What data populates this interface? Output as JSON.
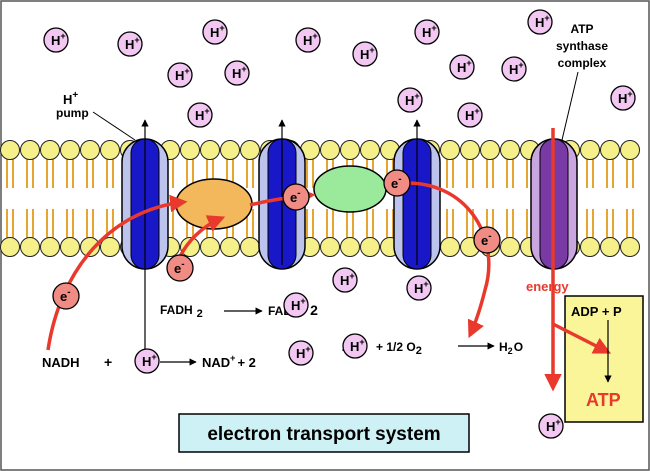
{
  "title": "electron transport system",
  "labels": {
    "h_pump_line1": "H",
    "h_pump_sup": "+",
    "h_pump_line2": "pump",
    "atp_synthase_line1": "ATP",
    "atp_synthase_line2": "synthase",
    "atp_synthase_line3": "complex",
    "energy": "energy",
    "adp_p": "ADP + P",
    "atp": "ATP"
  },
  "equations": {
    "nadh_left": "NADH",
    "nadh_plus": "+",
    "nad": "NAD",
    "nad_sup": "+",
    "nad_plus2": "+ 2",
    "fadh": "FADH",
    "fadh_sub": "2",
    "fad": "FAD",
    "fad_plus2": "+ 2",
    "water_two": "2",
    "water_plus_half": "+ 1/2 O",
    "water_o_sub": "2",
    "water_h": "H",
    "water_h_sub": "2",
    "water_o": "O"
  },
  "ion": {
    "symbol": "H",
    "charge": "+"
  },
  "electron": {
    "symbol": "e",
    "charge": "-"
  },
  "colors": {
    "proton_fill": "#f2c8f2",
    "electron_fill": "#f08c84",
    "arrow_red": "#e8392c",
    "lipid_head": "#f6f08a",
    "lipid_tail": "#e6a531",
    "channel_blue": "#1818c8",
    "channel_light": "#bcc4ee",
    "synthase_purple": "#7a3aa6",
    "ubiquinone_orange": "#f4b85c",
    "cytc_green": "#9bea9b",
    "atp_box": "#fbf59a",
    "title_box": "#cdf1f4"
  }
}
